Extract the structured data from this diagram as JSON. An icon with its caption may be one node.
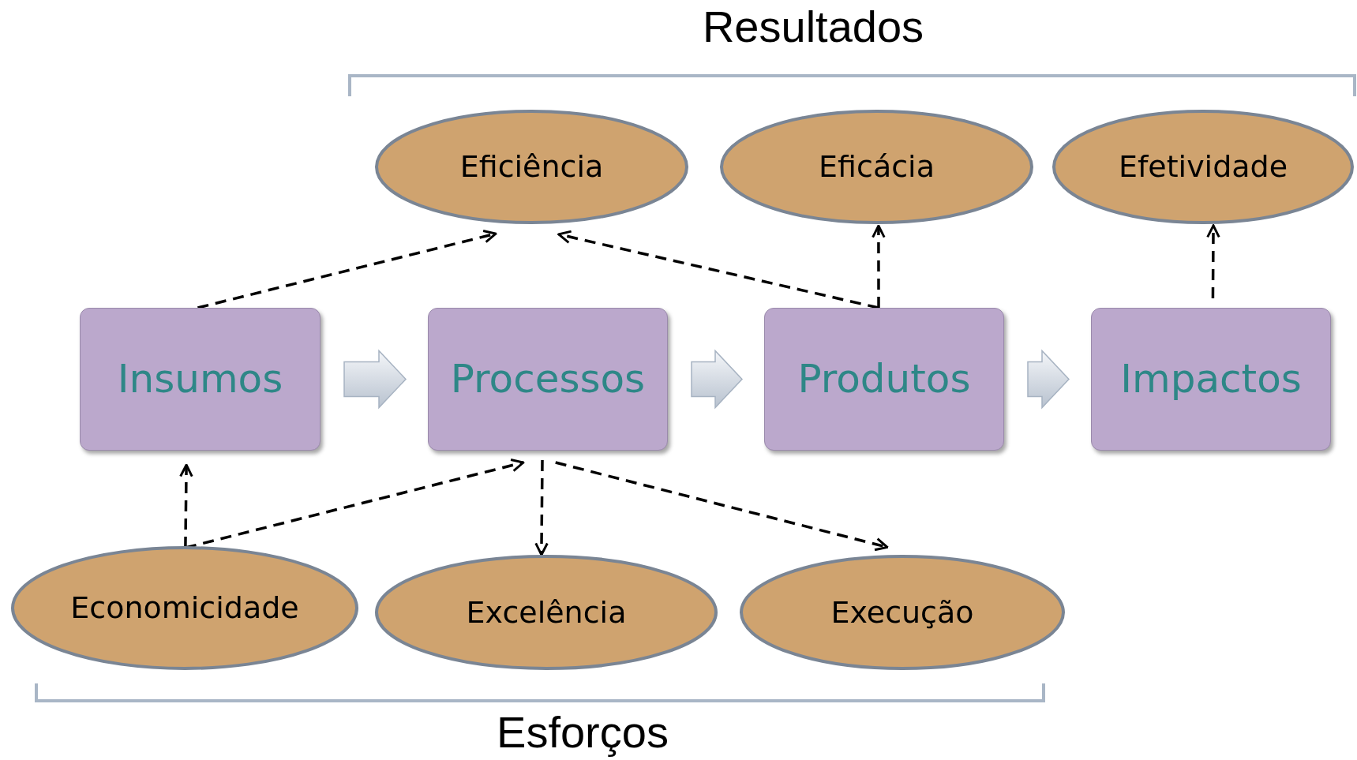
{
  "diagram": {
    "nodes": [
      {
        "text": [
          "Eficiência"
        ]
      },
      {
        "text": [
          "Eficácia"
        ]
      },
      {
        "text": [
          "Efetividade"
        ]
      },
      {
        "text": [
          "Insumos"
        ]
      },
      {
        "text": [
          "Processos"
        ]
      },
      {
        "text": [
          "Produtos"
        ]
      },
      {
        "text": [
          "Impactos"
        ]
      },
      {
        "text": [
          "Economicidade"
        ]
      },
      {
        "text": [
          "Excelência"
        ]
      },
      {
        "text": [
          "Execução"
        ]
      }
    ],
    "edges": [
      {
        "from": 3,
        "to": 4,
        "arrow": "to",
        "style": "thick"
      },
      {
        "from": 4,
        "to": 5,
        "arrow": "to",
        "style": "thick"
      },
      {
        "from": 5,
        "to": 6,
        "arrow": "to",
        "style": "thick"
      },
      {
        "from": 3,
        "to": 0,
        "arrow": "to"
      },
      {
        "from": 5,
        "to": 0,
        "arrow": "to"
      },
      {
        "from": 5,
        "to": 1,
        "arrow": "to"
      },
      {
        "from": 6,
        "to": 2,
        "arrow": "to"
      },
      {
        "from": 7,
        "to": 3,
        "arrow": "to"
      },
      {
        "from": 7,
        "to": 4,
        "arrow": "to"
      },
      {
        "from": 4,
        "to": 8,
        "arrow": "to"
      },
      {
        "from": 4,
        "to": 9,
        "arrow": "to"
      }
    ],
    "labels": [
      "Resultados",
      "Esforços"
    ]
  }
}
